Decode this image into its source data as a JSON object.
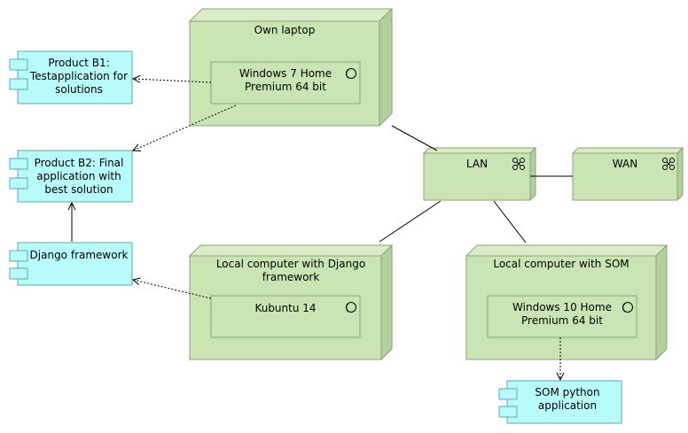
{
  "colors": {
    "node_fill": "#c9e5b3",
    "node_top": "#d8edc7",
    "node_side": "#b2cf9c",
    "node_stroke": "#8aa276",
    "component_fill": "#b8fbfb",
    "component_stroke": "#60a8a8",
    "edge": "#000000"
  },
  "nodes": {
    "own_laptop": {
      "title": "Own laptop",
      "os": "Windows 7 Home Premium 64 bit"
    },
    "lan": {
      "title": "LAN",
      "icon": "network-icon"
    },
    "wan": {
      "title": "WAN",
      "icon": "network-icon"
    },
    "django_pc": {
      "title": "Local computer with Django framework",
      "os": "Kubuntu 14"
    },
    "som_pc": {
      "title": "Local computer with SOM",
      "os": "Windows 10 Home Premium 64 bit"
    }
  },
  "components": {
    "b1": "Product B1: Testapplication for solutions",
    "b2": "Product B2: Final application with best solution",
    "django": "Django framework",
    "som_app": "SOM python application"
  },
  "system_software_icon": "system-software-icon"
}
